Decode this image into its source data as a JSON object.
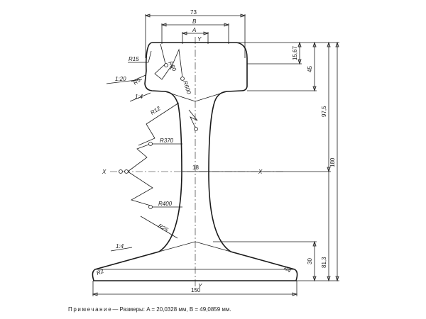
{
  "dimensions": {
    "top_width": "73",
    "b": "B",
    "a": "A",
    "y_top": "Y",
    "y_bottom": "Y",
    "x_left": "X",
    "x_right": "X",
    "web": "18",
    "base_width": "150",
    "head_15": "15,67",
    "head_45": "45",
    "h_97": "97,5",
    "h_180": "180",
    "base_30": "30",
    "h_81": "81,3"
  },
  "radii": {
    "r15": "R15",
    "r80": "R80",
    "r600": "R600",
    "r5": "R5",
    "r12": "R12",
    "r370": "R370",
    "r400": "R400",
    "r25": "R25",
    "r2": "R2",
    "r4": "R4"
  },
  "slopes": {
    "s1": "1:20",
    "s2": "1:4",
    "s3": "1:4"
  },
  "note": {
    "label": "Примечание",
    "text": "— Размеры: A = 20,0328 мм, B = 49,0859 мм."
  }
}
